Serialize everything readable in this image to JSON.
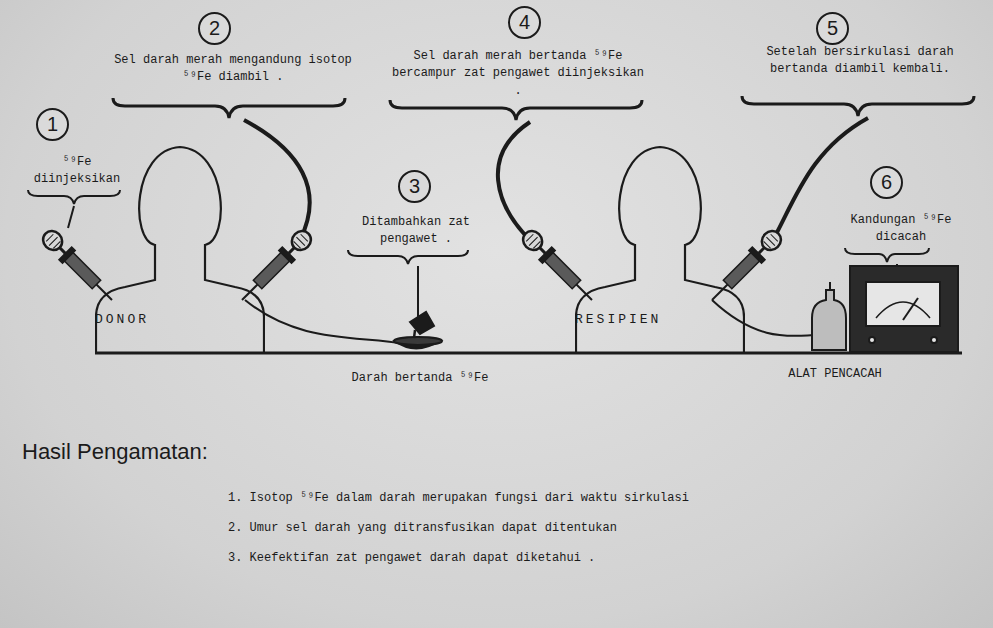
{
  "diagram": {
    "title": "Hasil Pengamatan:",
    "nodes": [
      {
        "text": [
          "1"
        ]
      },
      {
        "text": [
          "2"
        ]
      },
      {
        "text": [
          "3"
        ]
      },
      {
        "text": [
          "4"
        ]
      },
      {
        "text": [
          "5"
        ]
      },
      {
        "text": [
          "6"
        ]
      },
      {
        "text": [
          "DONOR"
        ]
      },
      {
        "text": [
          "RESIPIEN"
        ]
      }
    ],
    "labels": [
      "⁵⁹Fe diinjeksikan",
      "Sel darah merah mengandung isotop ⁵⁹Fe diambil .",
      "Ditambahkan zat pengawet .",
      "Sel darah merah bertanda ⁵⁹Fe bercampur zat pengawet diinjeksikan .",
      "Setelah bersirkulasi darah bertanda diambil kembali.",
      "Kandungan ⁵⁹Fe dicacah",
      "Darah bertanda ⁵⁹Fe",
      "ALAT PENCACAH",
      "1. Isotop ⁵⁹Fe dalam darah merupakan fungsi dari waktu sirkulasi",
      "2. Umur sel darah yang ditransfusikan dapat ditentukan",
      "3. Keefektifan zat pengawet darah dapat diketahui ."
    ]
  }
}
